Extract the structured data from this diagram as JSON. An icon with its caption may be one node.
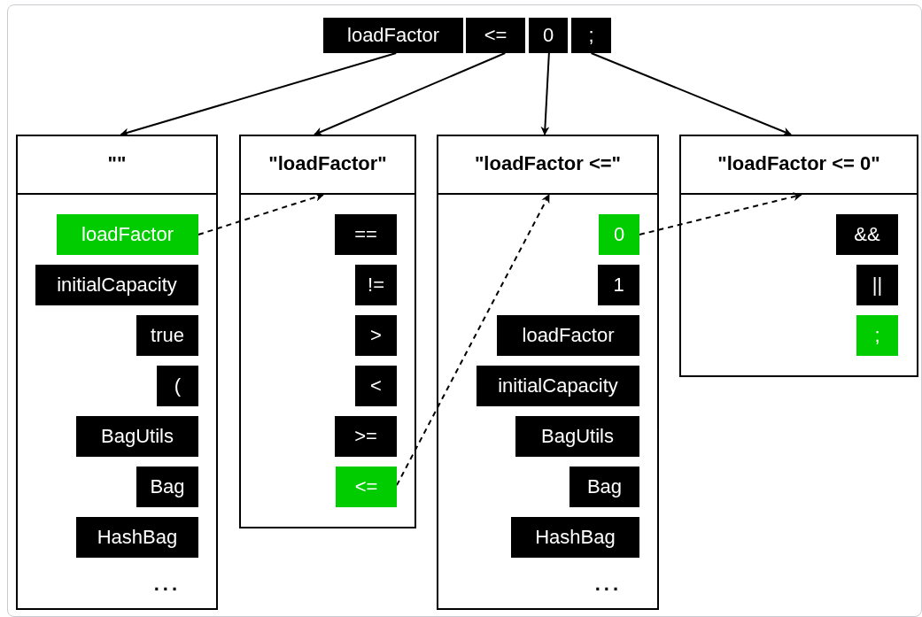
{
  "diagram": {
    "nodes": [
      {
        "text": [
          "loadFactor"
        ]
      },
      {
        "text": [
          "<="
        ]
      },
      {
        "text": [
          "0"
        ]
      },
      {
        "text": [
          ";"
        ]
      },
      {
        "text": [
          "..."
        ]
      },
      {
        "text": [
          "\"\""
        ],
        "in": 4
      },
      {
        "text": [
          "loadFactor"
        ],
        "in": 4
      },
      {
        "text": [
          "initialCapacity"
        ],
        "in": 4
      },
      {
        "text": [
          "true"
        ],
        "in": 4
      },
      {
        "text": [
          "("
        ],
        "in": 4
      },
      {
        "text": [
          "BagUtils"
        ],
        "in": 4
      },
      {
        "text": [
          "Bag"
        ],
        "in": 4
      },
      {
        "text": [
          "HashBag"
        ],
        "in": 4
      },
      {
        "text": [],
        "shape": "box"
      },
      {
        "text": [
          "\"loadFactor\""
        ],
        "in": 13
      },
      {
        "text": [
          "=="
        ],
        "in": 13
      },
      {
        "text": [
          "!="
        ],
        "in": 13
      },
      {
        "text": [
          ">"
        ],
        "in": 13
      },
      {
        "text": [
          "<"
        ],
        "in": 13
      },
      {
        "text": [
          ">="
        ],
        "in": 13
      },
      {
        "text": [
          "<="
        ],
        "in": 13
      },
      {
        "text": [
          "..."
        ]
      },
      {
        "text": [
          "\"loadFactor <=\""
        ],
        "in": 21
      },
      {
        "text": [
          "0"
        ],
        "in": 21
      },
      {
        "text": [
          "1"
        ],
        "in": 21
      },
      {
        "text": [
          "loadFactor"
        ],
        "in": 21
      },
      {
        "text": [
          "initialCapacity"
        ],
        "in": 21
      },
      {
        "text": [
          "BagUtils"
        ],
        "in": 21
      },
      {
        "text": [
          "Bag"
        ],
        "in": 21
      },
      {
        "text": [
          "HashBag"
        ],
        "in": 21
      },
      {
        "text": [],
        "shape": "box"
      },
      {
        "text": [
          "\"loadFactor <= 0\""
        ],
        "in": 30
      },
      {
        "text": [
          "&&"
        ],
        "in": 30
      },
      {
        "text": [
          "||"
        ],
        "in": 30
      },
      {
        "text": [
          ";"
        ],
        "in": 30
      }
    ],
    "edges": [
      {
        "from": 0,
        "to": 5,
        "arrow": "to"
      },
      {
        "from": 1,
        "to": 14,
        "arrow": "to"
      },
      {
        "from": 2,
        "to": 22,
        "arrow": "to"
      },
      {
        "from": 3,
        "to": 31,
        "arrow": "to"
      },
      {
        "from": 6,
        "to": 14,
        "arrow": "to",
        "style": "dashed"
      },
      {
        "from": 20,
        "to": 22,
        "arrow": "to",
        "style": "dashed"
      },
      {
        "from": 23,
        "to": 31,
        "arrow": "to",
        "style": "dashed"
      }
    ]
  }
}
